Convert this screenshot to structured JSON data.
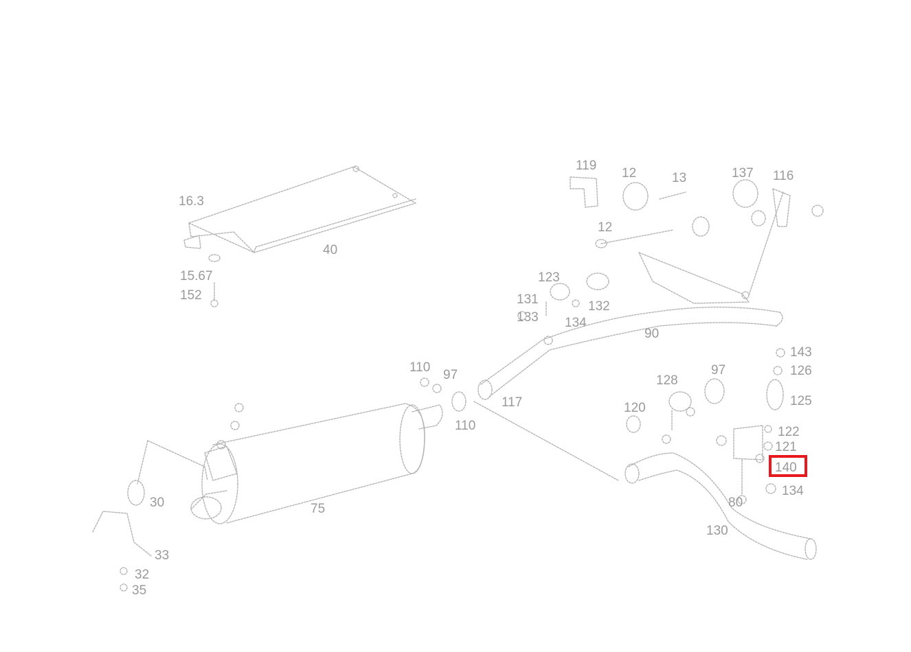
{
  "colors": {
    "highlight": "#e8191c",
    "line": "#b4b4b4",
    "label": "#9a9a9a"
  },
  "callouts": {
    "c1": "16.3",
    "c2": "40",
    "c3": "15.67",
    "c4": "152",
    "c5": "119",
    "c6": "12",
    "c7": "13",
    "c8": "12",
    "c9": "137",
    "c10": "116",
    "c11": "123",
    "c12": "131",
    "c13": "133",
    "c14": "132",
    "c15": "134",
    "c16": "90",
    "c17": "110",
    "c18": "97",
    "c19": "110",
    "c20": "117",
    "c21": "128",
    "c22": "97",
    "c23": "143",
    "c24": "126",
    "c25": "125",
    "c26": "122",
    "c27": "121",
    "c28": "140",
    "c29": "134",
    "c30": "130",
    "c31": "120",
    "c32": "80",
    "c33": "30",
    "c34": "33",
    "c35": "32",
    "c36": "35",
    "c37": "75"
  },
  "highlighted_callout": "140"
}
